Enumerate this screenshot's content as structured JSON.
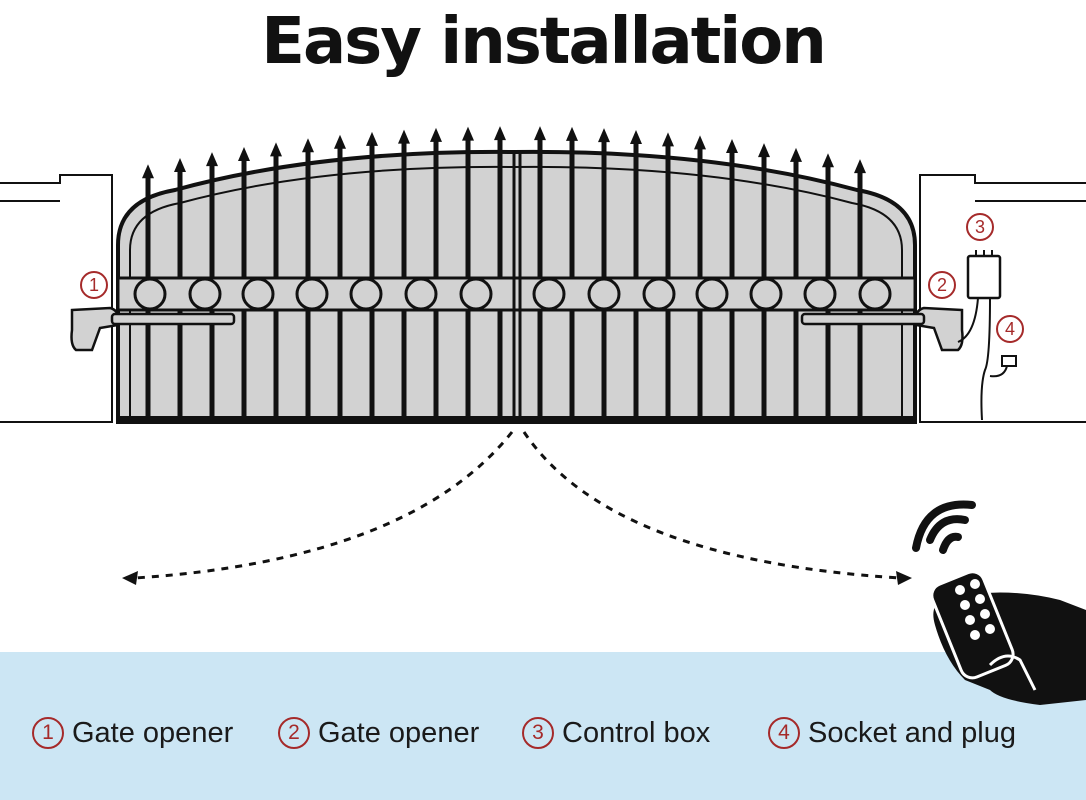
{
  "title": "Easy installation",
  "marker_color": "#a52a2a",
  "band_color": "#cce6f4",
  "callouts": {
    "opener_left": "1",
    "opener_right": "2",
    "control_box": "3",
    "socket": "4"
  },
  "legend": [
    {
      "number": "1",
      "label": "Gate opener"
    },
    {
      "number": "2",
      "label": "Gate opener"
    },
    {
      "number": "3",
      "label": "Control box"
    },
    {
      "number": "4",
      "label": "Socket and plug"
    }
  ],
  "icons": [
    "remote-control-icon",
    "wifi-signal-icon",
    "swing-arrow-icon"
  ]
}
